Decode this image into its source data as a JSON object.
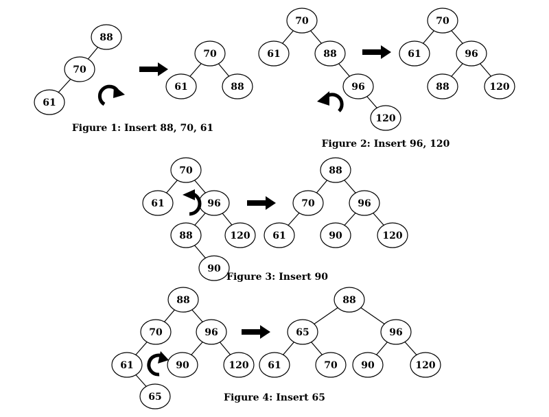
{
  "colors": {
    "stroke": "#000000",
    "background": "#ffffff",
    "node_fill": "#ffffff"
  },
  "figures": [
    {
      "caption": "Figure 1: Insert 88, 70, 61",
      "before": {
        "nodes": [
          "88",
          "70",
          "61"
        ],
        "edges": [
          [
            "88",
            "70"
          ],
          [
            "70",
            "61"
          ]
        ]
      },
      "rotation": "clockwise-rotation-icon",
      "after": {
        "nodes": [
          "70",
          "61",
          "88"
        ],
        "edges": [
          [
            "70",
            "61"
          ],
          [
            "70",
            "88"
          ]
        ]
      }
    },
    {
      "caption": "Figure 2: Insert 96, 120",
      "before": {
        "nodes": [
          "70",
          "61",
          "88",
          "96",
          "120"
        ],
        "edges": [
          [
            "70",
            "61"
          ],
          [
            "70",
            "88"
          ],
          [
            "88",
            "96"
          ],
          [
            "96",
            "120"
          ]
        ]
      },
      "rotation": "counterclockwise-rotation-icon",
      "after": {
        "nodes": [
          "70",
          "61",
          "96",
          "88",
          "120"
        ],
        "edges": [
          [
            "70",
            "61"
          ],
          [
            "70",
            "96"
          ],
          [
            "96",
            "88"
          ],
          [
            "96",
            "120"
          ]
        ]
      }
    },
    {
      "caption": "Figure 3: Insert 90",
      "before": {
        "nodes": [
          "70",
          "61",
          "96",
          "88",
          "120",
          "90"
        ],
        "edges": [
          [
            "70",
            "61"
          ],
          [
            "70",
            "96"
          ],
          [
            "96",
            "88"
          ],
          [
            "96",
            "120"
          ],
          [
            "88",
            "90"
          ]
        ]
      },
      "rotation": "counterclockwise-rotation-icon",
      "after": {
        "nodes": [
          "88",
          "70",
          "96",
          "61",
          "90",
          "120"
        ],
        "edges": [
          [
            "88",
            "70"
          ],
          [
            "88",
            "96"
          ],
          [
            "70",
            "61"
          ],
          [
            "96",
            "90"
          ],
          [
            "96",
            "120"
          ]
        ]
      }
    },
    {
      "caption": "Figure 4: Insert 65",
      "before": {
        "nodes": [
          "88",
          "70",
          "96",
          "61",
          "90",
          "120",
          "65"
        ],
        "edges": [
          [
            "88",
            "70"
          ],
          [
            "88",
            "96"
          ],
          [
            "70",
            "61"
          ],
          [
            "96",
            "90"
          ],
          [
            "96",
            "120"
          ],
          [
            "61",
            "65"
          ]
        ]
      },
      "rotation": "clockwise-rotation-icon",
      "after": {
        "nodes": [
          "88",
          "65",
          "96",
          "61",
          "70",
          "90",
          "120"
        ],
        "edges": [
          [
            "88",
            "65"
          ],
          [
            "88",
            "96"
          ],
          [
            "65",
            "61"
          ],
          [
            "65",
            "70"
          ],
          [
            "96",
            "90"
          ],
          [
            "96",
            "120"
          ]
        ]
      }
    }
  ]
}
